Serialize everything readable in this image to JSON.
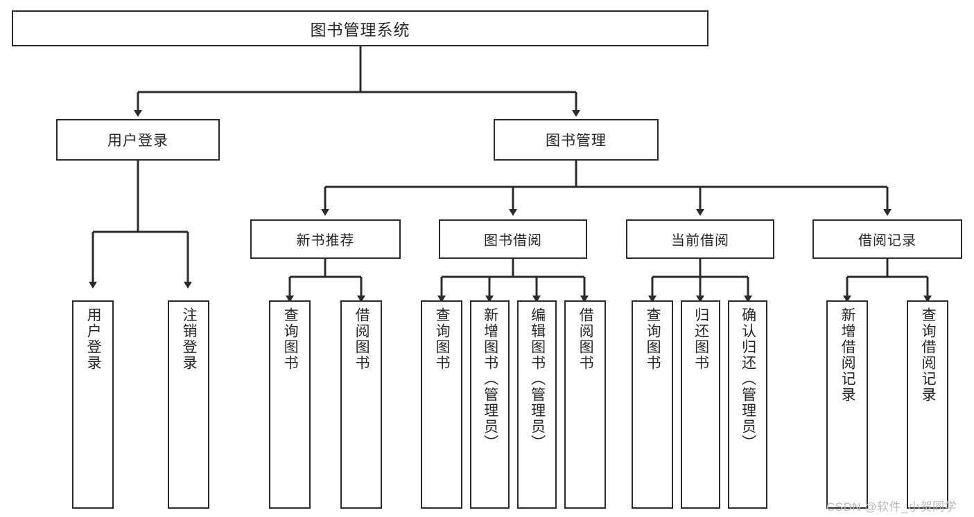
{
  "diagram": {
    "type": "tree",
    "title": "图书管理系统",
    "orientation": "top-down",
    "line_color": "#2b2b2b",
    "box_fill": "#ffffff",
    "text_color": "#262626"
  },
  "root": {
    "label": "图书管理系统"
  },
  "level1": [
    {
      "label": "用户登录"
    },
    {
      "label": "图书管理"
    }
  ],
  "level2": [
    {
      "label": "新书推荐"
    },
    {
      "label": "图书借阅"
    },
    {
      "label": "当前借阅"
    },
    {
      "label": "借阅记录"
    }
  ],
  "leaves": {
    "user_login": [
      {
        "label": "用户登录"
      },
      {
        "label": "注销登录"
      }
    ],
    "new_book": [
      {
        "label": "查询图书"
      },
      {
        "label": "借阅图书"
      }
    ],
    "book_borrow": [
      {
        "label": "查询图书"
      },
      {
        "label": "新增图书（管理员）"
      },
      {
        "label": "编辑图书（管理员）"
      },
      {
        "label": "借阅图书"
      }
    ],
    "current_borrow": [
      {
        "label": "查询图书"
      },
      {
        "label": "归还图书"
      },
      {
        "label": "确认归还（管理员）"
      }
    ],
    "borrow_record": [
      {
        "label": "新增借阅记录"
      },
      {
        "label": "查询借阅记录"
      }
    ]
  },
  "watermark": {
    "text": "CSDN @软件_小贺同学"
  }
}
